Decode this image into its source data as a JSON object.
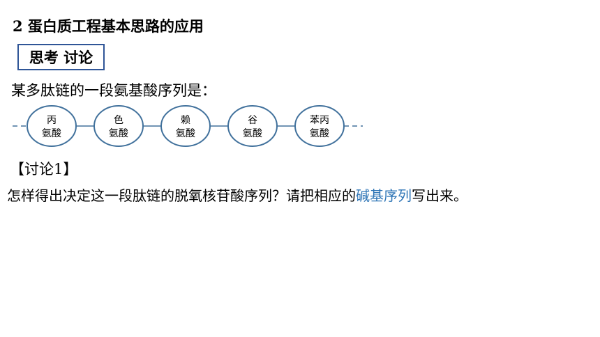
{
  "section": {
    "title": "2 蛋白质工程基本思路的应用"
  },
  "think_box": {
    "label": "思考 讨论"
  },
  "intro": "某多肽链的一段氨基酸序列是：",
  "chain": {
    "stroke_color": "#41719c",
    "nodes": [
      {
        "line1": "丙",
        "line2": "氨酸"
      },
      {
        "line1": "色",
        "line2": "氨酸"
      },
      {
        "line1": "赖",
        "line2": "氨酸"
      },
      {
        "line1": "谷",
        "line2": "氨酸"
      },
      {
        "line1": "苯丙",
        "line2": "氨酸"
      }
    ]
  },
  "discussion": {
    "label": "【讨论1】",
    "question_before": "怎样得出决定这一段肽链的脱氧核苷酸序列？请把相应的",
    "question_highlight": "碱基序列",
    "question_after": "写出来。",
    "highlight_color": "#2e75b6"
  }
}
